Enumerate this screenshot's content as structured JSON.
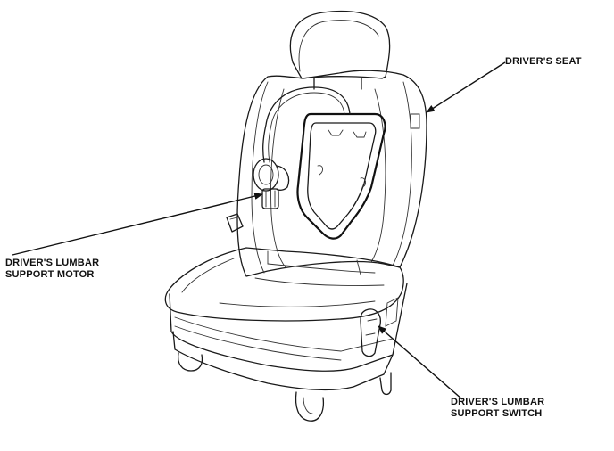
{
  "diagram": {
    "callouts": {
      "seat": {
        "line1": "DRIVER'S SEAT"
      },
      "motor": {
        "line1": "DRIVER'S LUMBAR",
        "line2": "SUPPORT MOTOR"
      },
      "switch": {
        "line1": "DRIVER'S LUMBAR",
        "line2": "SUPPORT SWITCH"
      }
    },
    "colors": {
      "ink": "#111111",
      "background": "#ffffff"
    }
  }
}
